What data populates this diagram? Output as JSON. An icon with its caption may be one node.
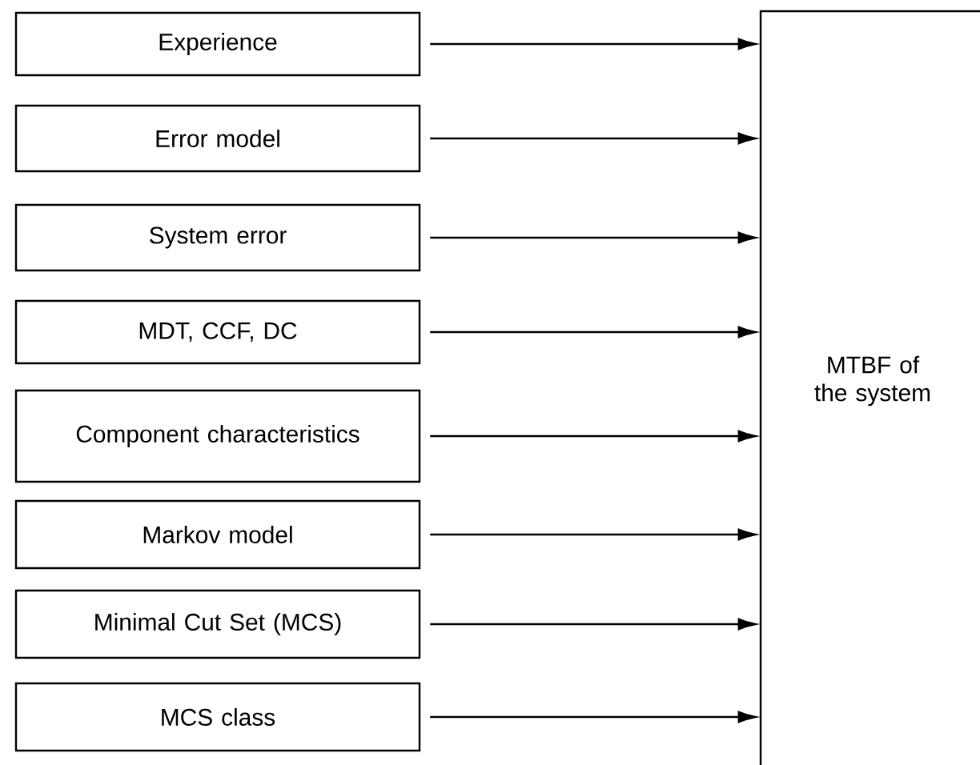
{
  "diagram": {
    "nodes": [
      {
        "text": [
          "Experience"
        ]
      },
      {
        "text": [
          "Error model"
        ]
      },
      {
        "text": [
          "System error"
        ]
      },
      {
        "text": [
          "MDT, CCF, DC"
        ]
      },
      {
        "text": [
          "Component characteristics"
        ]
      },
      {
        "text": [
          "Markov model"
        ]
      },
      {
        "text": [
          "Minimal Cut Set (MCS)"
        ]
      },
      {
        "text": [
          "MCS class"
        ]
      },
      {
        "text": [
          "MTBF of the system"
        ]
      }
    ],
    "edges": [
      {
        "from": 0,
        "to": 8,
        "arrow": "to"
      },
      {
        "from": 1,
        "to": 8,
        "arrow": "to"
      },
      {
        "from": 2,
        "to": 8,
        "arrow": "to"
      },
      {
        "from": 3,
        "to": 8,
        "arrow": "to"
      },
      {
        "from": 4,
        "to": 8,
        "arrow": "to"
      },
      {
        "from": 5,
        "to": 8,
        "arrow": "to"
      },
      {
        "from": 6,
        "to": 8,
        "arrow": "to"
      },
      {
        "from": 7,
        "to": 8,
        "arrow": "to"
      }
    ]
  }
}
